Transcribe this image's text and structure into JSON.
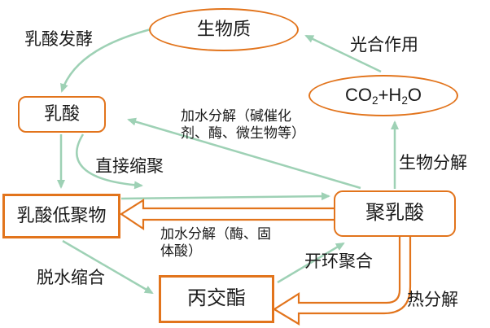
{
  "palette": {
    "node_border": "#e2741c",
    "arrow_synthesis_green": "#9ed1b5",
    "arrow_decomposition_orange": "#e2741c",
    "text": "#1a1a1a",
    "background": "#ffffff"
  },
  "nodes": {
    "biomass": {
      "label": "生物质"
    },
    "co2_h2o": {
      "formula": {
        "base1": "CO",
        "sub1": "2",
        "base2": "+H",
        "sub2": "2",
        "base3": "O"
      }
    },
    "lactic_acid": {
      "label": "乳酸"
    },
    "lactic_oligomer": {
      "label": "乳酸低聚物"
    },
    "pla": {
      "label": "聚乳酸"
    },
    "lactide": {
      "label": "丙交酯"
    }
  },
  "edge_labels": {
    "fermentation": "乳酸发酵",
    "photosynthesis": "光合作用",
    "hydrolysis_alkali_line1": "加水分解（碱催化",
    "hydrolysis_alkali_line2": "剂、酶、微生物等）",
    "direct_polycondensation": "直接缩聚",
    "biodegradation": "生物分解",
    "hydrolysis_enzyme_line1": "加水分解（酶、固",
    "hydrolysis_enzyme_line2": "体酸）",
    "dehydration_condensation": "脱水缩合",
    "ring_opening_polymerization": "开环聚合",
    "thermal_decomposition": "热分解"
  }
}
